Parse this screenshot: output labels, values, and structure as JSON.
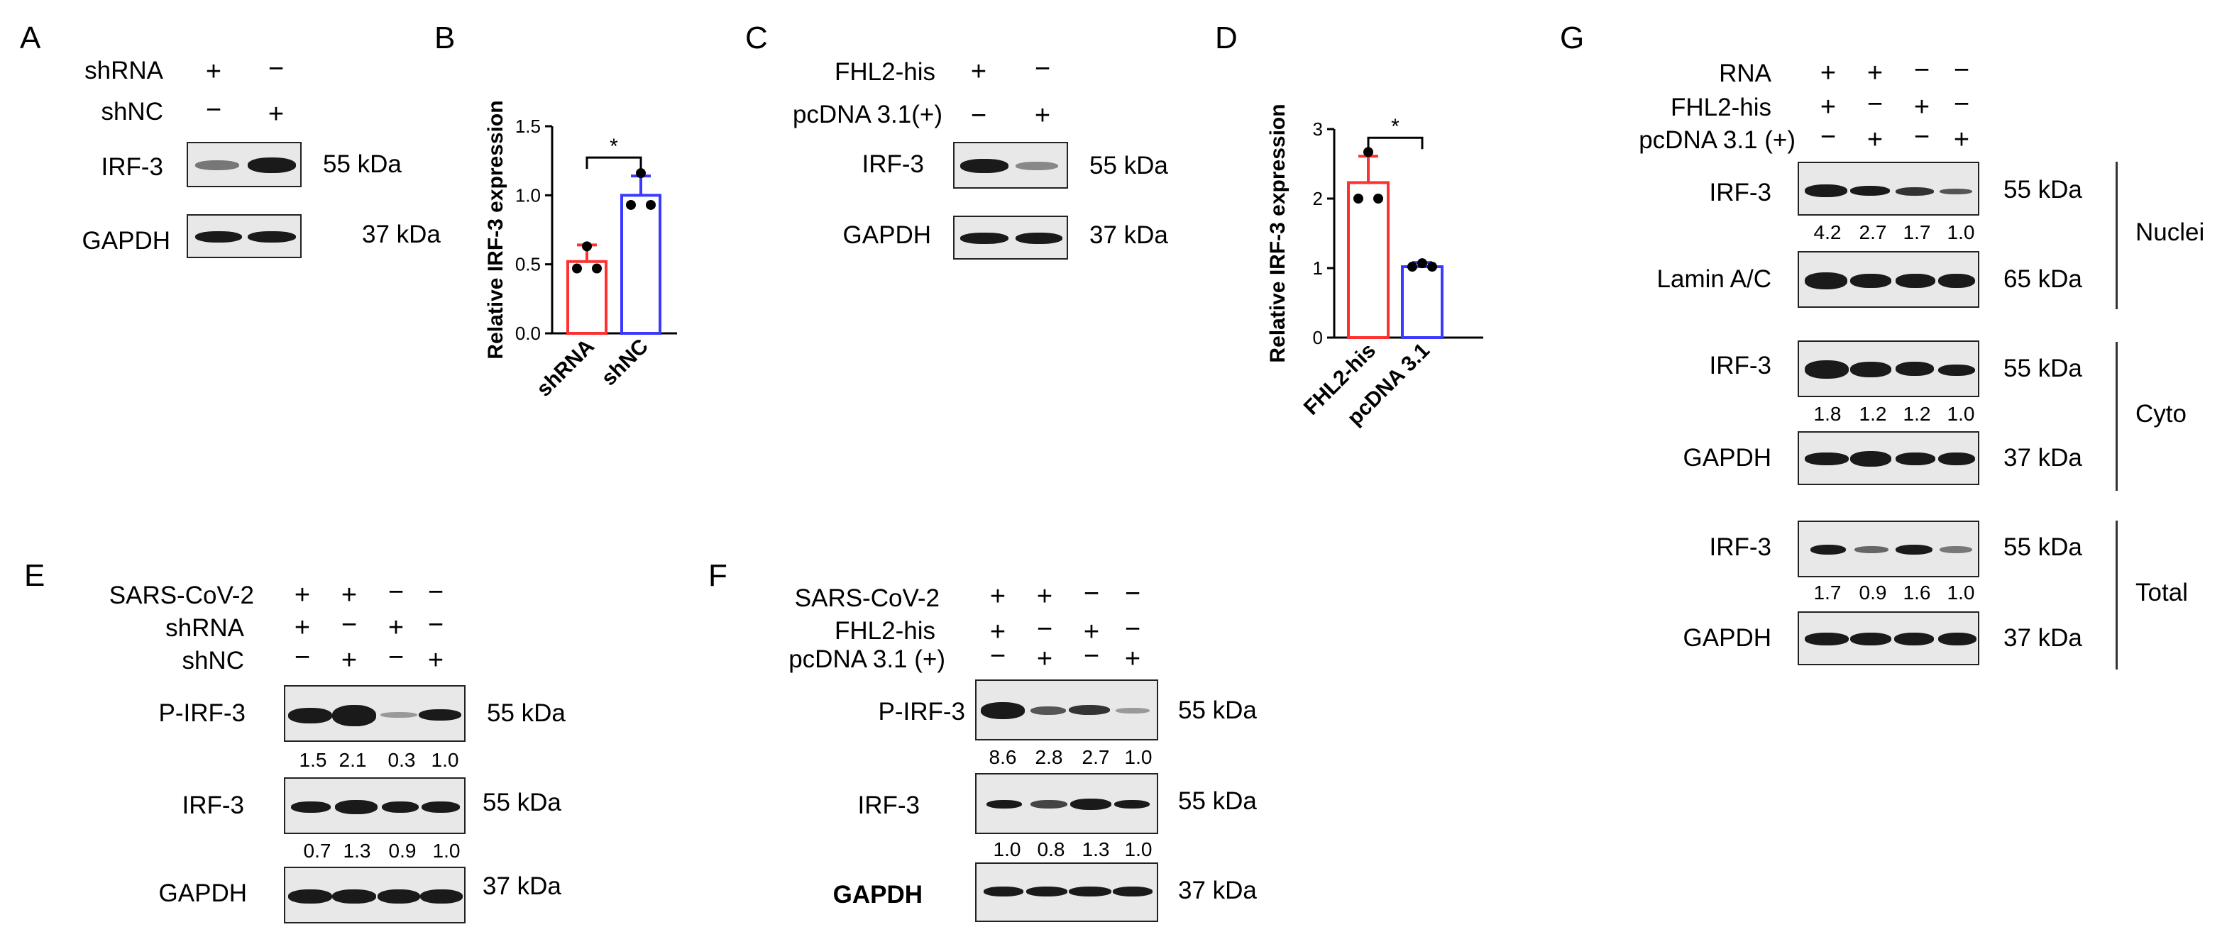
{
  "panels": {
    "A": {
      "letter": "A",
      "conditions": [
        {
          "name": "shRNA",
          "signs": [
            "+",
            "−"
          ]
        },
        {
          "name": "shNC",
          "signs": [
            "−",
            "+"
          ]
        }
      ],
      "blots": [
        {
          "protein": "IRF-3",
          "size": "55 kDa"
        },
        {
          "protein": "GAPDH",
          "size": "37 kDa"
        }
      ]
    },
    "B": {
      "letter": "B",
      "significance": "*"
    },
    "C": {
      "letter": "C",
      "conditions": [
        {
          "name": "FHL2-his",
          "signs": [
            "+",
            "−"
          ]
        },
        {
          "name": "pcDNA 3.1(+)",
          "signs": [
            "−",
            "+"
          ]
        }
      ],
      "blots": [
        {
          "protein": "IRF-3",
          "size": "55 kDa"
        },
        {
          "protein": "GAPDH",
          "size": "37 kDa"
        }
      ]
    },
    "D": {
      "letter": "D",
      "significance": "*"
    },
    "E": {
      "letter": "E",
      "conditions": [
        {
          "name": "SARS-CoV-2",
          "signs": [
            "+",
            "+",
            "−",
            "−"
          ]
        },
        {
          "name": "shRNA",
          "signs": [
            "+",
            "−",
            "+",
            "−"
          ]
        },
        {
          "name": "shNC",
          "signs": [
            "−",
            "+",
            "−",
            "+"
          ]
        }
      ],
      "blots": [
        {
          "protein": "P-IRF-3",
          "size": "55 kDa",
          "quant": [
            "1.5",
            "2.1",
            "0.3",
            "1.0"
          ]
        },
        {
          "protein": "IRF-3",
          "size": "55 kDa",
          "quant": [
            "0.7",
            "1.3",
            "0.9",
            "1.0"
          ]
        },
        {
          "protein": "GAPDH",
          "size": "37 kDa"
        }
      ]
    },
    "F": {
      "letter": "F",
      "conditions": [
        {
          "name": "SARS-CoV-2",
          "signs": [
            "+",
            "+",
            "−",
            "−"
          ]
        },
        {
          "name": "FHL2-his",
          "signs": [
            "+",
            "−",
            "+",
            "−"
          ]
        },
        {
          "name": "pcDNA 3.1 (+)",
          "signs": [
            "−",
            "+",
            "−",
            "+"
          ]
        }
      ],
      "blots": [
        {
          "protein": "P-IRF-3",
          "size": "55 kDa",
          "quant": [
            "8.6",
            "2.8",
            "2.7",
            "1.0"
          ]
        },
        {
          "protein": "IRF-3",
          "size": "55 kDa",
          "quant": [
            "1.0",
            "0.8",
            "1.3",
            "1.0"
          ]
        },
        {
          "protein": "GAPDH",
          "size": "37 kDa"
        }
      ]
    },
    "G": {
      "letter": "G",
      "conditions": [
        {
          "name": "RNA",
          "signs": [
            "+",
            "+",
            "−",
            "−"
          ]
        },
        {
          "name": "FHL2-his",
          "signs": [
            "+",
            "−",
            "+",
            "−"
          ]
        },
        {
          "name": "pcDNA 3.1 (+)",
          "signs": [
            "−",
            "+",
            "−",
            "+"
          ]
        }
      ],
      "blots": [
        {
          "protein": "IRF-3",
          "size": "55 kDa",
          "quant": [
            "4.2",
            "2.7",
            "1.7",
            "1.0"
          ]
        },
        {
          "protein": "Lamin A/C",
          "size": "65 kDa"
        },
        {
          "protein": "IRF-3",
          "size": "55 kDa",
          "quant": [
            "1.8",
            "1.2",
            "1.2",
            "1.0"
          ]
        },
        {
          "protein": "GAPDH",
          "size": "37 kDa"
        },
        {
          "protein": "IRF-3",
          "size": "55 kDa",
          "quant": [
            "1.7",
            "0.9",
            "1.6",
            "1.0"
          ]
        },
        {
          "protein": "GAPDH",
          "size": "37 kDa"
        }
      ],
      "fractions": [
        "Nuclei",
        "Cyto",
        "Total"
      ]
    }
  },
  "chart_data": [
    {
      "type": "bar",
      "panel": "B",
      "categories": [
        "shRNA",
        "shNC"
      ],
      "values": [
        0.52,
        1.0
      ],
      "errors": [
        0.12,
        0.14
      ],
      "points": [
        [
          0.63,
          0.47,
          0.47
        ],
        [
          1.16,
          0.93,
          0.93
        ]
      ],
      "colors": [
        "#ff3030",
        "#3a3aff"
      ],
      "ylabel": "Relative IRF-3  expression",
      "ylim": [
        0,
        1.5
      ],
      "yticks": [
        "0.0",
        "0.5",
        "1.0",
        "1.5"
      ],
      "yticks_values": [
        0,
        0.5,
        1.0,
        1.5
      ],
      "significance": "*"
    },
    {
      "type": "bar",
      "panel": "D",
      "categories": [
        "FHL2-his",
        "pcDNA 3.1"
      ],
      "values": [
        2.23,
        1.02
      ],
      "errors": [
        0.38,
        0.06
      ],
      "points": [
        [
          2.67,
          2.0,
          2.0
        ],
        [
          1.07,
          1.02,
          1.02
        ]
      ],
      "colors": [
        "#ff3030",
        "#3a3aff"
      ],
      "ylabel": "Relative IRF-3  expression",
      "ylim": [
        0,
        3
      ],
      "yticks": [
        "0",
        "1",
        "2",
        "3"
      ],
      "yticks_values": [
        0,
        1,
        2,
        3
      ],
      "significance": "*"
    }
  ]
}
